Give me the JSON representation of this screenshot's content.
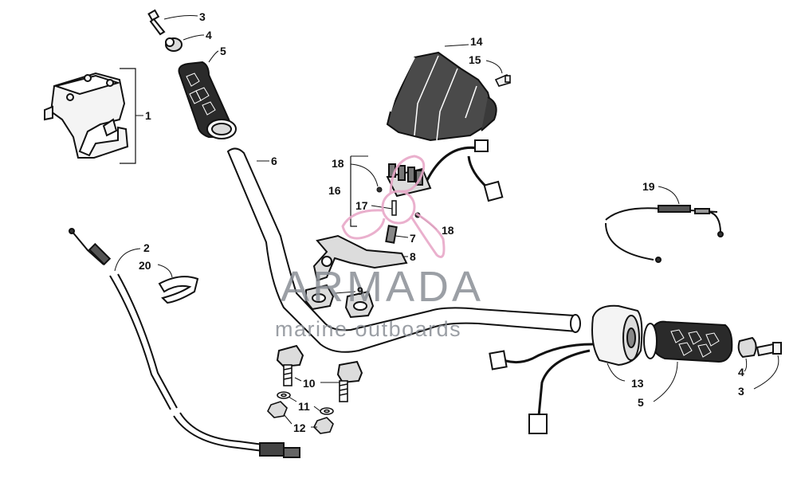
{
  "brand": {
    "name": "ARMADA",
    "tagline": "marine outboards",
    "logo_color": "#e8a8c8",
    "text_color": "#8a8f96"
  },
  "callouts": {
    "c1": "1",
    "c2": "2",
    "c3_top": "3",
    "c4_top": "4",
    "c5_top": "5",
    "c6": "6",
    "c7": "7",
    "c8": "8",
    "c9": "9",
    "c10": "10",
    "c11": "11",
    "c12": "12",
    "c13": "13",
    "c14": "14",
    "c15": "15",
    "c16": "16",
    "c17": "17",
    "c18_top": "18",
    "c18_right": "18",
    "c19": "19",
    "c20": "20",
    "c4_bottom": "4",
    "c3_bottom": "3",
    "c5_bottom": "5"
  }
}
